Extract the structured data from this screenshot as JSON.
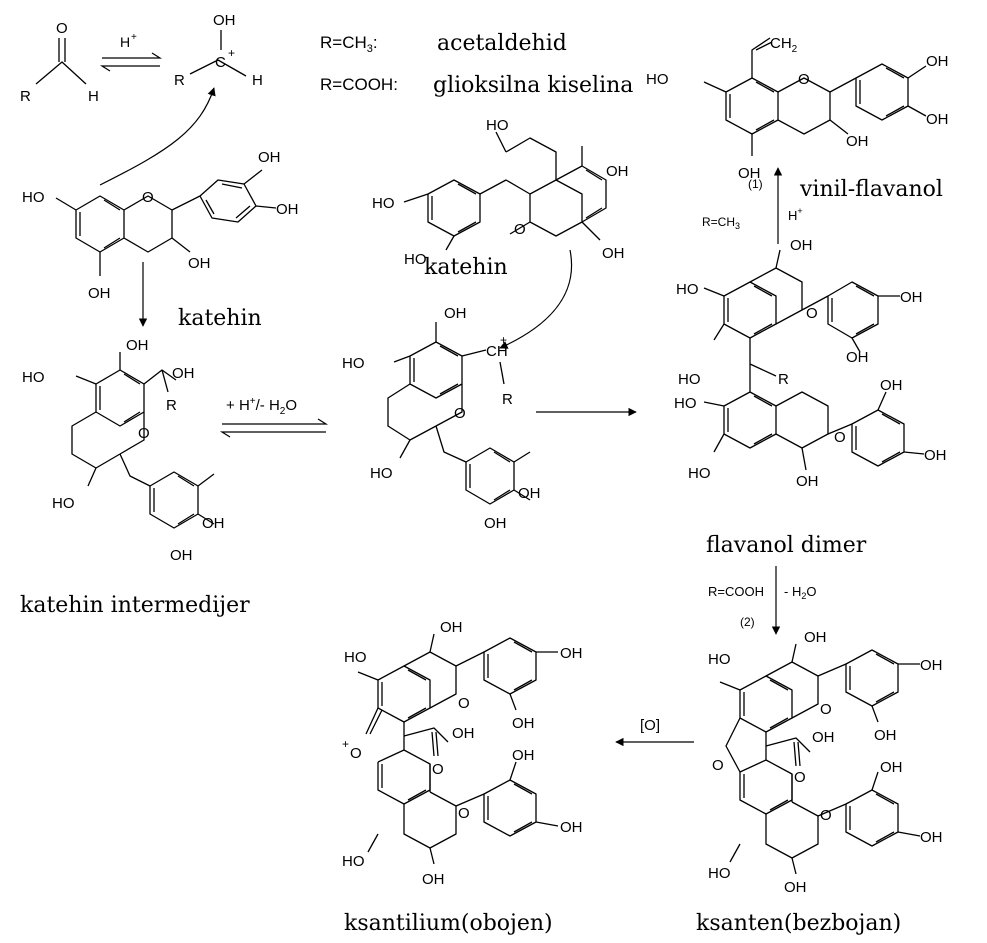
{
  "labels": {
    "katehin_left": "katehin",
    "katehin_center": "katehin",
    "katehin_intermedijer": "katehin intermedijer",
    "vinil_flavanol": "vinil-flavanol",
    "flavanol_dimer": "flavanol dimer",
    "ksantilium": "ksantilium(obojen)",
    "ksanten": "ksanten(bezbojan)"
  },
  "legend": {
    "row1_r": "R=CH",
    "row1_sub": "3",
    "row1_colon": ":",
    "row1_name": "acetaldehid",
    "row2_r": "R=COOH:",
    "row2_name": "glioksilna kiselina"
  },
  "conditions": {
    "top_plus": "+",
    "eq_plus": "+",
    "eq_reagent": "H",
    "eq_reagent_sup": "+",
    "eq_reagent_rest": "/- H",
    "eq_reagent_sub": "2",
    "eq_reagent_end": "O",
    "step1": "(1)",
    "step1_r": "R=CH",
    "step1_r_sub": "3",
    "step1_acid": "H",
    "step1_acid_sup": "+",
    "step2": "(2)",
    "step2_r": "R=COOH",
    "step2_water": "- H",
    "step2_water_sub": "2",
    "step2_water_end": "O",
    "oxidation": "[O]"
  },
  "atoms": {
    "aldehyde": {
      "O": "O",
      "R": "R",
      "H": "H"
    },
    "cation": {
      "OH": "OH",
      "R": "R",
      "C": "C",
      "plus": "+",
      "H": "H"
    },
    "catechin_left": {
      "ho7": "HO",
      "o1": "O",
      "oh5": "OH",
      "oh3": "OH",
      "oh3p": "OH",
      "oh4p": "OH"
    },
    "catechin_center": {
      "oh3": "HO",
      "oh5": "OH",
      "o1": "O",
      "oh7": "OH",
      "ho4p": "HO",
      "ho3p": "HO"
    },
    "intermediate": {
      "oh7": "OH",
      "ho5": "HO",
      "oh_side": "OH",
      "r_side": "R",
      "o1": "O",
      "ho3": "HO",
      "oh3p": "OH",
      "oh4p": "OH"
    },
    "carbocation": {
      "oh7": "OH",
      "ho5": "HO",
      "ch": "CH",
      "plus": "+",
      "r": "R",
      "o1": "O",
      "ho3": "HO",
      "oh3p": "OH",
      "oh4p": "OH"
    },
    "vinyl": {
      "ch2": "CH",
      "ch2_sub": "2",
      "ho7": "HO",
      "o1": "O",
      "oh3": "OH",
      "oh5": "OH",
      "oh3p": "OH",
      "oh4p": "OH"
    },
    "dimer": {
      "oh3a": "OH",
      "ho5a": "HO",
      "o1a": "O",
      "oh4pa": "OH",
      "oh3pa": "OH",
      "ho7a": "HO",
      "r": "R",
      "ho7b": "HO",
      "o1b": "O",
      "oh3pb": "OH",
      "oh4pb": "OH",
      "ho5b": "HO",
      "oh3b": "OH"
    },
    "xanthene": {
      "oh3a": "OH",
      "ho5a": "HO",
      "o1a": "O",
      "oh4pa": "OH",
      "oh3pa": "OH",
      "obridge": "O",
      "cooh_oh": "OH",
      "cooh_o": "O",
      "o1b": "O",
      "oh3pb": "OH",
      "oh4pb": "OH",
      "ho5b": "HO",
      "oh3b": "OH"
    },
    "xanthylium": {
      "oh3a": "OH",
      "ho5a": "HO",
      "o1a": "O",
      "oh4pa": "OH",
      "oh3pa": "OH",
      "oplus": "O",
      "plus": "+",
      "cooh_oh": "OH",
      "cooh_o": "O",
      "o1b": "O",
      "oh3pb": "OH",
      "oh4pb": "OH",
      "ho5b": "HO",
      "oh3b": "OH"
    }
  },
  "colors": {
    "ink": "#000000",
    "background": "#ffffff"
  }
}
